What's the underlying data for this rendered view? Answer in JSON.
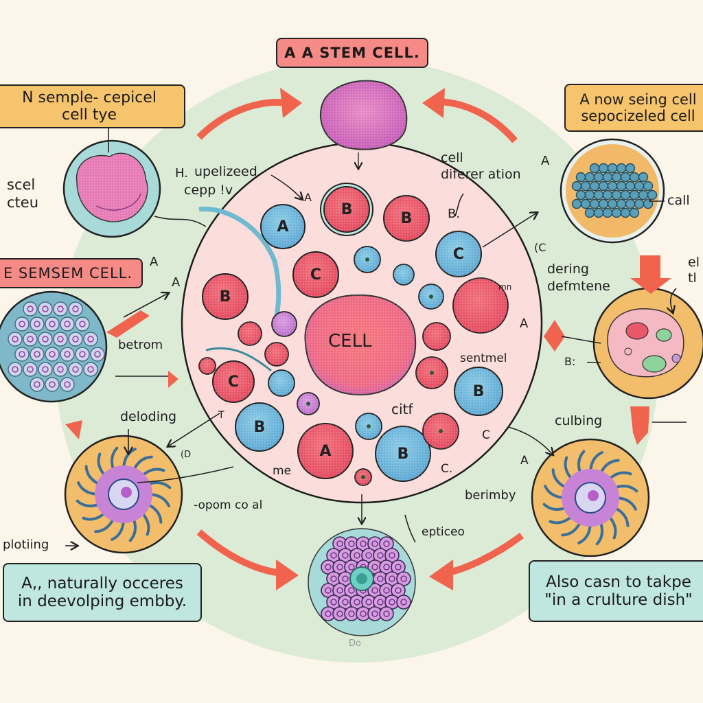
{
  "title_box": "A A STEM CELL.",
  "boxes": {
    "top_left": [
      "N semple- cepicel",
      "cell tye"
    ],
    "top_right": [
      "A now seing cell",
      "sepocizeled cell"
    ],
    "mid_left": "E SEMSEM CELL.",
    "bottom_left": [
      "A,, naturally occeres",
      "in deevolping embby."
    ],
    "bottom_right": [
      "Also casn to takpe",
      "\"in a crulture dish\""
    ]
  },
  "center_label": "CELL",
  "inner_cells": [
    {
      "label": "A",
      "type": "blue"
    },
    {
      "label": "B",
      "type": "red"
    },
    {
      "label": "B",
      "type": "red"
    },
    {
      "label": "C",
      "type": "blue"
    },
    {
      "label": "C",
      "type": "red"
    },
    {
      "label": "B",
      "type": "red"
    },
    {
      "label": "C",
      "type": "red"
    },
    {
      "label": "B",
      "type": "blue"
    },
    {
      "label": "B",
      "type": "blue"
    },
    {
      "label": "A",
      "type": "red"
    },
    {
      "label": "B",
      "type": "blue"
    }
  ],
  "labels": {
    "h": "H.",
    "upelizeed": "upelizeed",
    "cepp": "cepp !v",
    "a_top": "A",
    "cell_diff_1": "cell",
    "cell_diff_2": "diferer ation",
    "a_right_top": "A",
    "b_dot": "B.",
    "scel": "scel",
    "cteu": "cteu",
    "call": "call",
    "c_paren": "(C",
    "dering": "dering",
    "defmtene": "defmtene",
    "mn": "mn",
    "el": "el",
    "tl": "tl",
    "a_mid_left_1": "A",
    "a_mid_left_2": "A",
    "betrom": "betrom",
    "sentmel": "sentmel",
    "a_right_mid": "A",
    "b_colon": "B:",
    "deloding": "deloding",
    "t": "T",
    "d_paren": "(D",
    "citf": "citf",
    "culbing": "culbing",
    "c_right": "C",
    "c_dot": "C.",
    "a_low_right": "A",
    "me": "me",
    "opom": "-opom co al",
    "berimby": "berimby",
    "plotiing": "plotiing",
    "epticeo": "epticeo",
    "do": "Do"
  },
  "colors": {
    "bg": "#fbf5ea",
    "green_ring": "#dcebd6",
    "inner_pink": "#fbdedb",
    "red_cell": "#e9586a",
    "blue_cell": "#6fb5d8",
    "arrow": "#f0634d"
  }
}
